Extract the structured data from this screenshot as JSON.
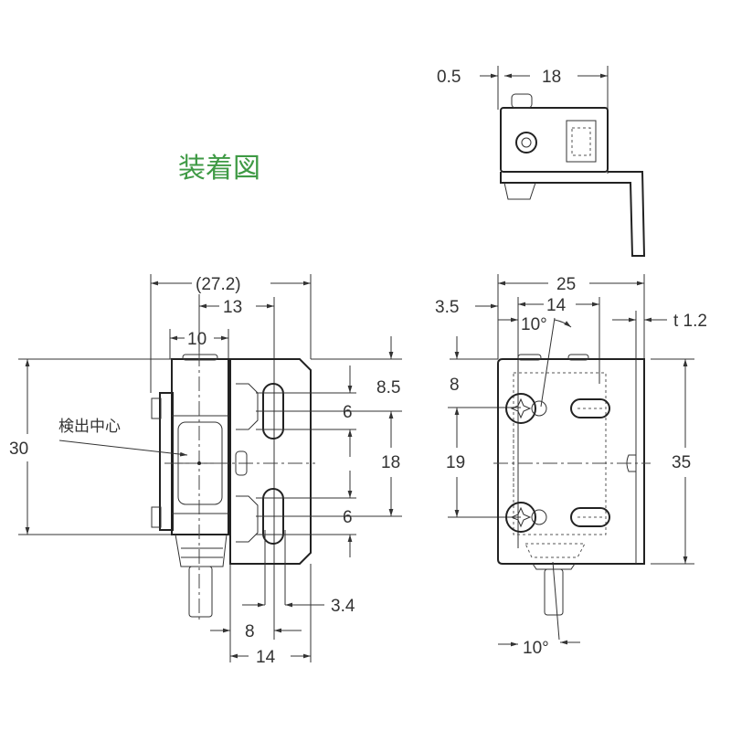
{
  "title": "装着図",
  "top_view": {
    "dims": [
      "0.5",
      "18"
    ]
  },
  "side_view": {
    "label": "検出中心",
    "dims": {
      "overall": "(27.2)",
      "d13": "13",
      "d10": "10",
      "d30": "30",
      "d8_5": "8.5",
      "d6a": "6",
      "d18": "18",
      "d6b": "6",
      "d3_4": "3.4",
      "d8": "8",
      "d14": "14"
    }
  },
  "front_view": {
    "dims": {
      "d25": "25",
      "d3_5": "3.5",
      "d14": "14",
      "angle_top": "10°",
      "t": "t 1.2",
      "d8": "8",
      "d19": "19",
      "d35": "35",
      "angle_bottom": "10°"
    }
  }
}
